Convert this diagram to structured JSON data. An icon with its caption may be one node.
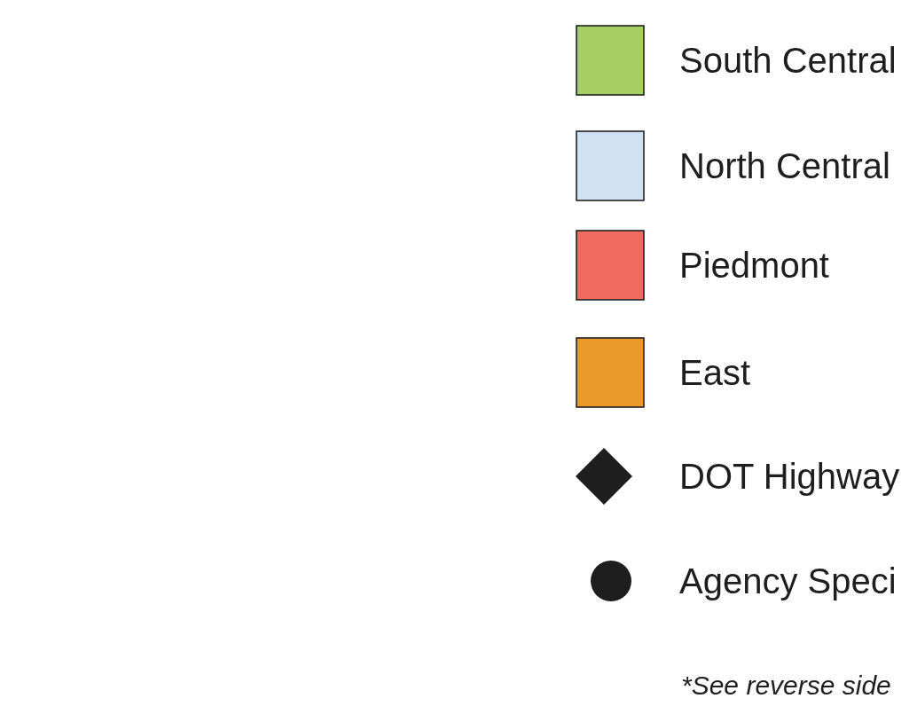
{
  "diagram": {
    "legend": [
      {
        "text": "South Central",
        "color": "#a5cf63"
      },
      {
        "text": "North Central",
        "color": "#cfe1f2"
      },
      {
        "text": "Piedmont",
        "color": "#f06a60"
      },
      {
        "text": "East",
        "color": "#ea9a28"
      },
      {
        "text": "DOT Highway"
      },
      {
        "text": "Agency Speci"
      }
    ],
    "labels": [
      "*See reverse side"
    ]
  }
}
